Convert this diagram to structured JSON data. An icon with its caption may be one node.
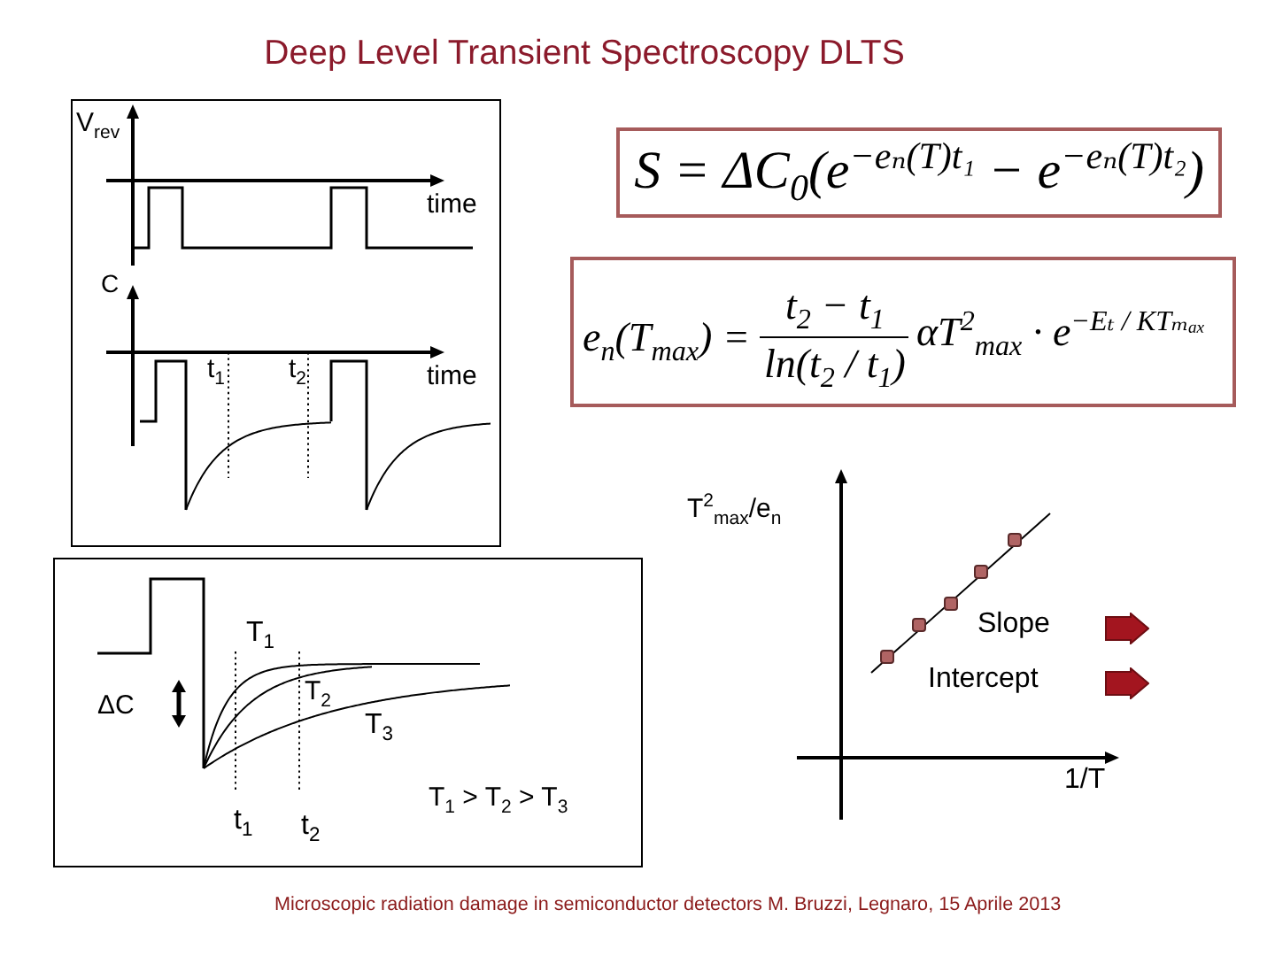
{
  "diagram": {
    "title": "Deep Level Transient Spectroscopy DLTS",
    "nodes": [
      {
        "text": [
          "V$_{rev}$",
          "time",
          "C",
          "t$_{1}$",
          "t$_{2}$",
          "time"
        ]
      },
      {
        "text": [
          "S = ΔC$_{0}$(e$^{−eₙ(T)t₁}$ − e$^{−eₙ(T)t₂}$)"
        ]
      },
      {
        "text": [
          "e$_{n}$(T$_{max}$) =",
          "t$_{2}$ − t$_{1}$",
          "ln(t$_{2}$ / t$_{1}$)",
          "αT$^{2}$$_{max}$ · e$^{−Eₜ / KTₘₐₓ}$"
        ]
      },
      {
        "text": [
          "T$_{1}$",
          "ΔC",
          "T$_{2}$",
          "T$_{3}$",
          "t$_{1}$",
          "t$_{2}$",
          "T$_{1}$ > T$_{2}$ > T$_{3}$"
        ]
      }
    ],
    "labels": [
      "T$^{2}$$_{max}$/e$_{n}$",
      "Slope",
      "Intercept",
      "1/T",
      "Microscopic radiation damage in semiconductor detectors M. Bruzzi, Legnaro, 15 Aprile 2013"
    ]
  }
}
